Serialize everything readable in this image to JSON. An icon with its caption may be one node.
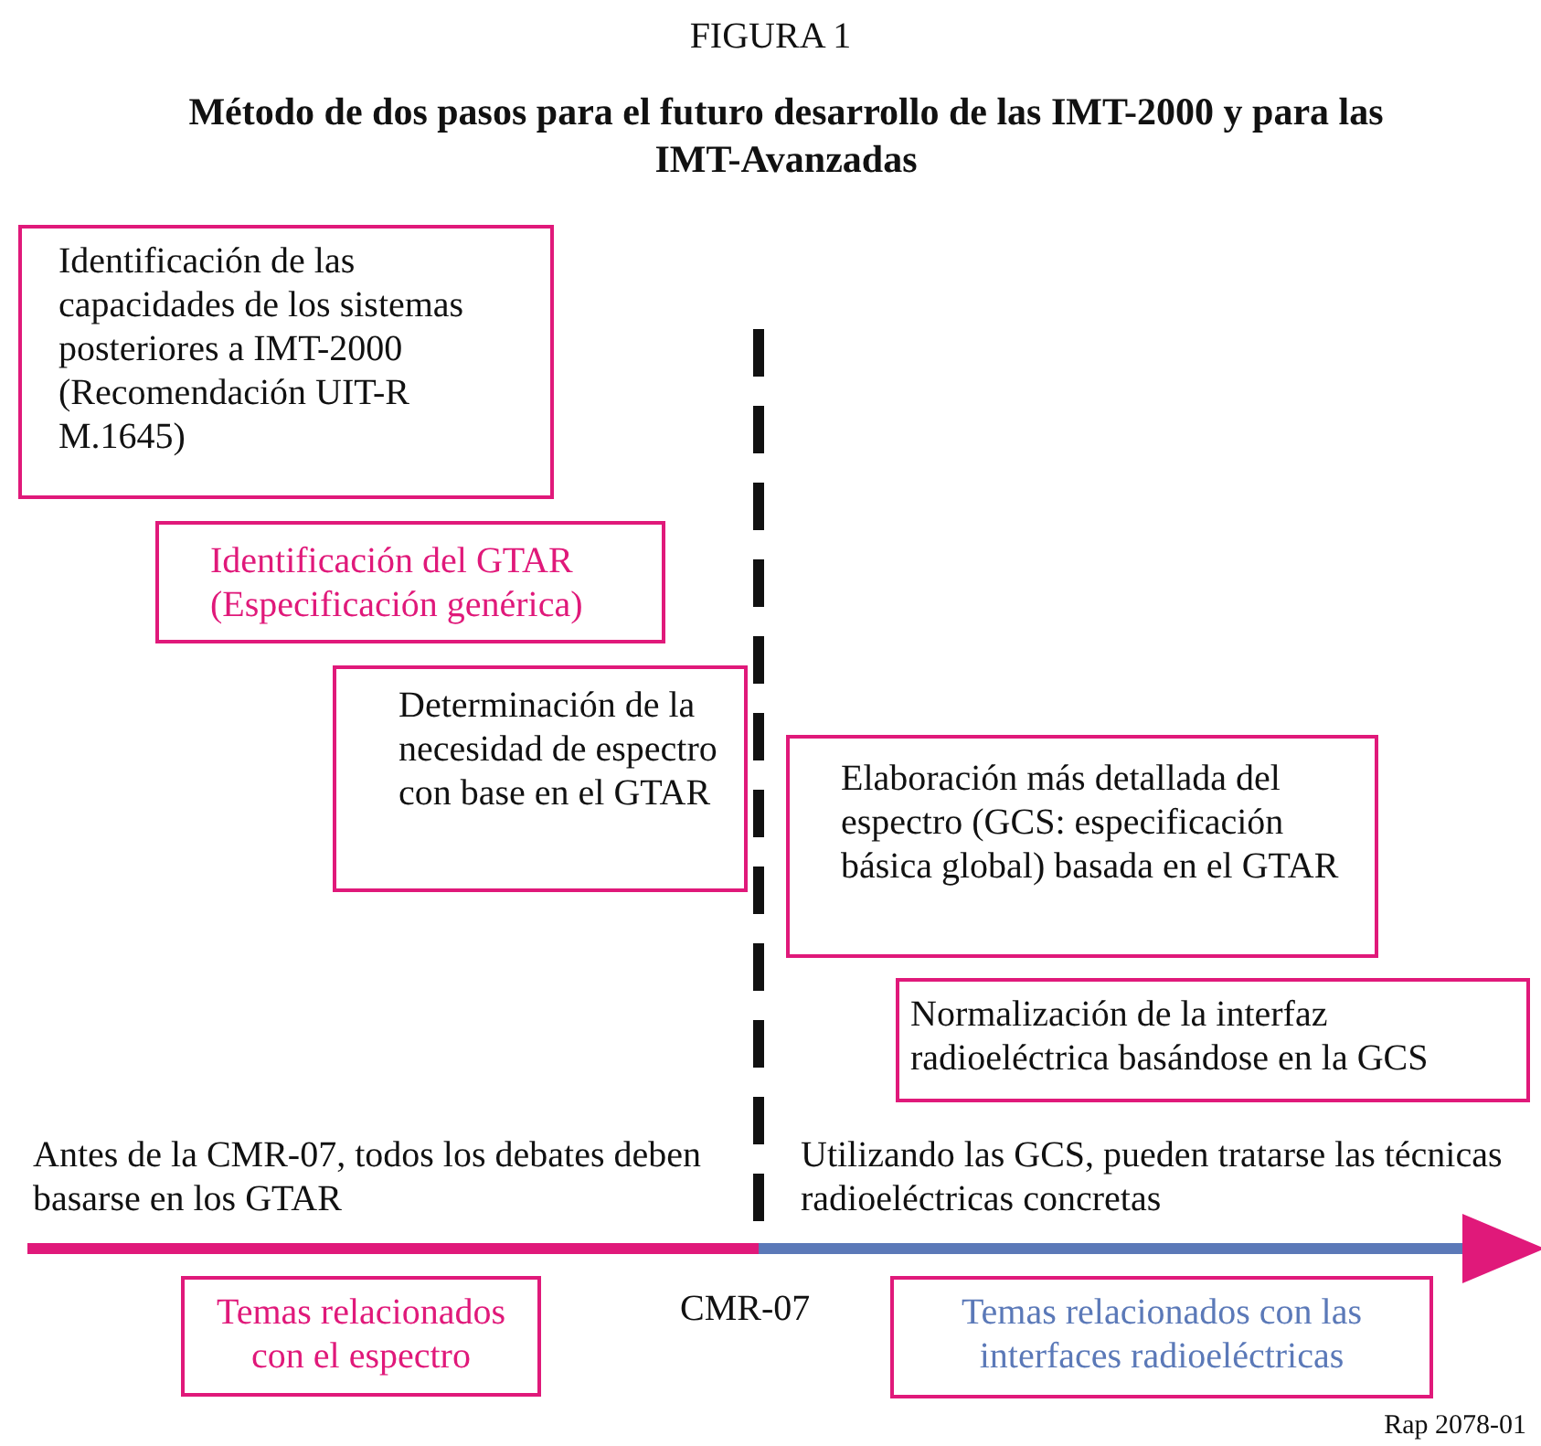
{
  "diagram": {
    "title": "Método de dos pasos para el futuro desarrollo de las IMT-2000 y para las IMT-Avanzadas",
    "nodes": [
      {
        "text": [
          "Identificación de las capacidades de los sistemas posteriores a IMT-2000 (Recomendación UIT-R M.1645)"
        ]
      },
      {
        "text": [
          "Identificación del GTAR (Especificación genérica)"
        ]
      },
      {
        "text": [
          "Determinación de la necesidad de espectro con base en el GTAR"
        ]
      },
      {
        "text": [
          "Elaboración más detallada del espectro (GCS: especificación básica global) basada en el GTAR"
        ]
      },
      {
        "text": [
          "Normalización de la interfaz radioeléctrica basándose en la GCS"
        ]
      },
      {
        "text": [
          "Temas relacionados con el espectro"
        ]
      },
      {
        "text": [
          "Temas relacionados con las interfaces radioeléctricas"
        ]
      }
    ],
    "labels": [
      "FIGURA 1",
      "Antes de la CMR-07, todos los debates deben basarse en los GTAR",
      "Utilizando las GCS, pueden tratarse las técnicas radioeléctricas concretas",
      "CMR-07",
      "Rap 2078-01"
    ]
  }
}
